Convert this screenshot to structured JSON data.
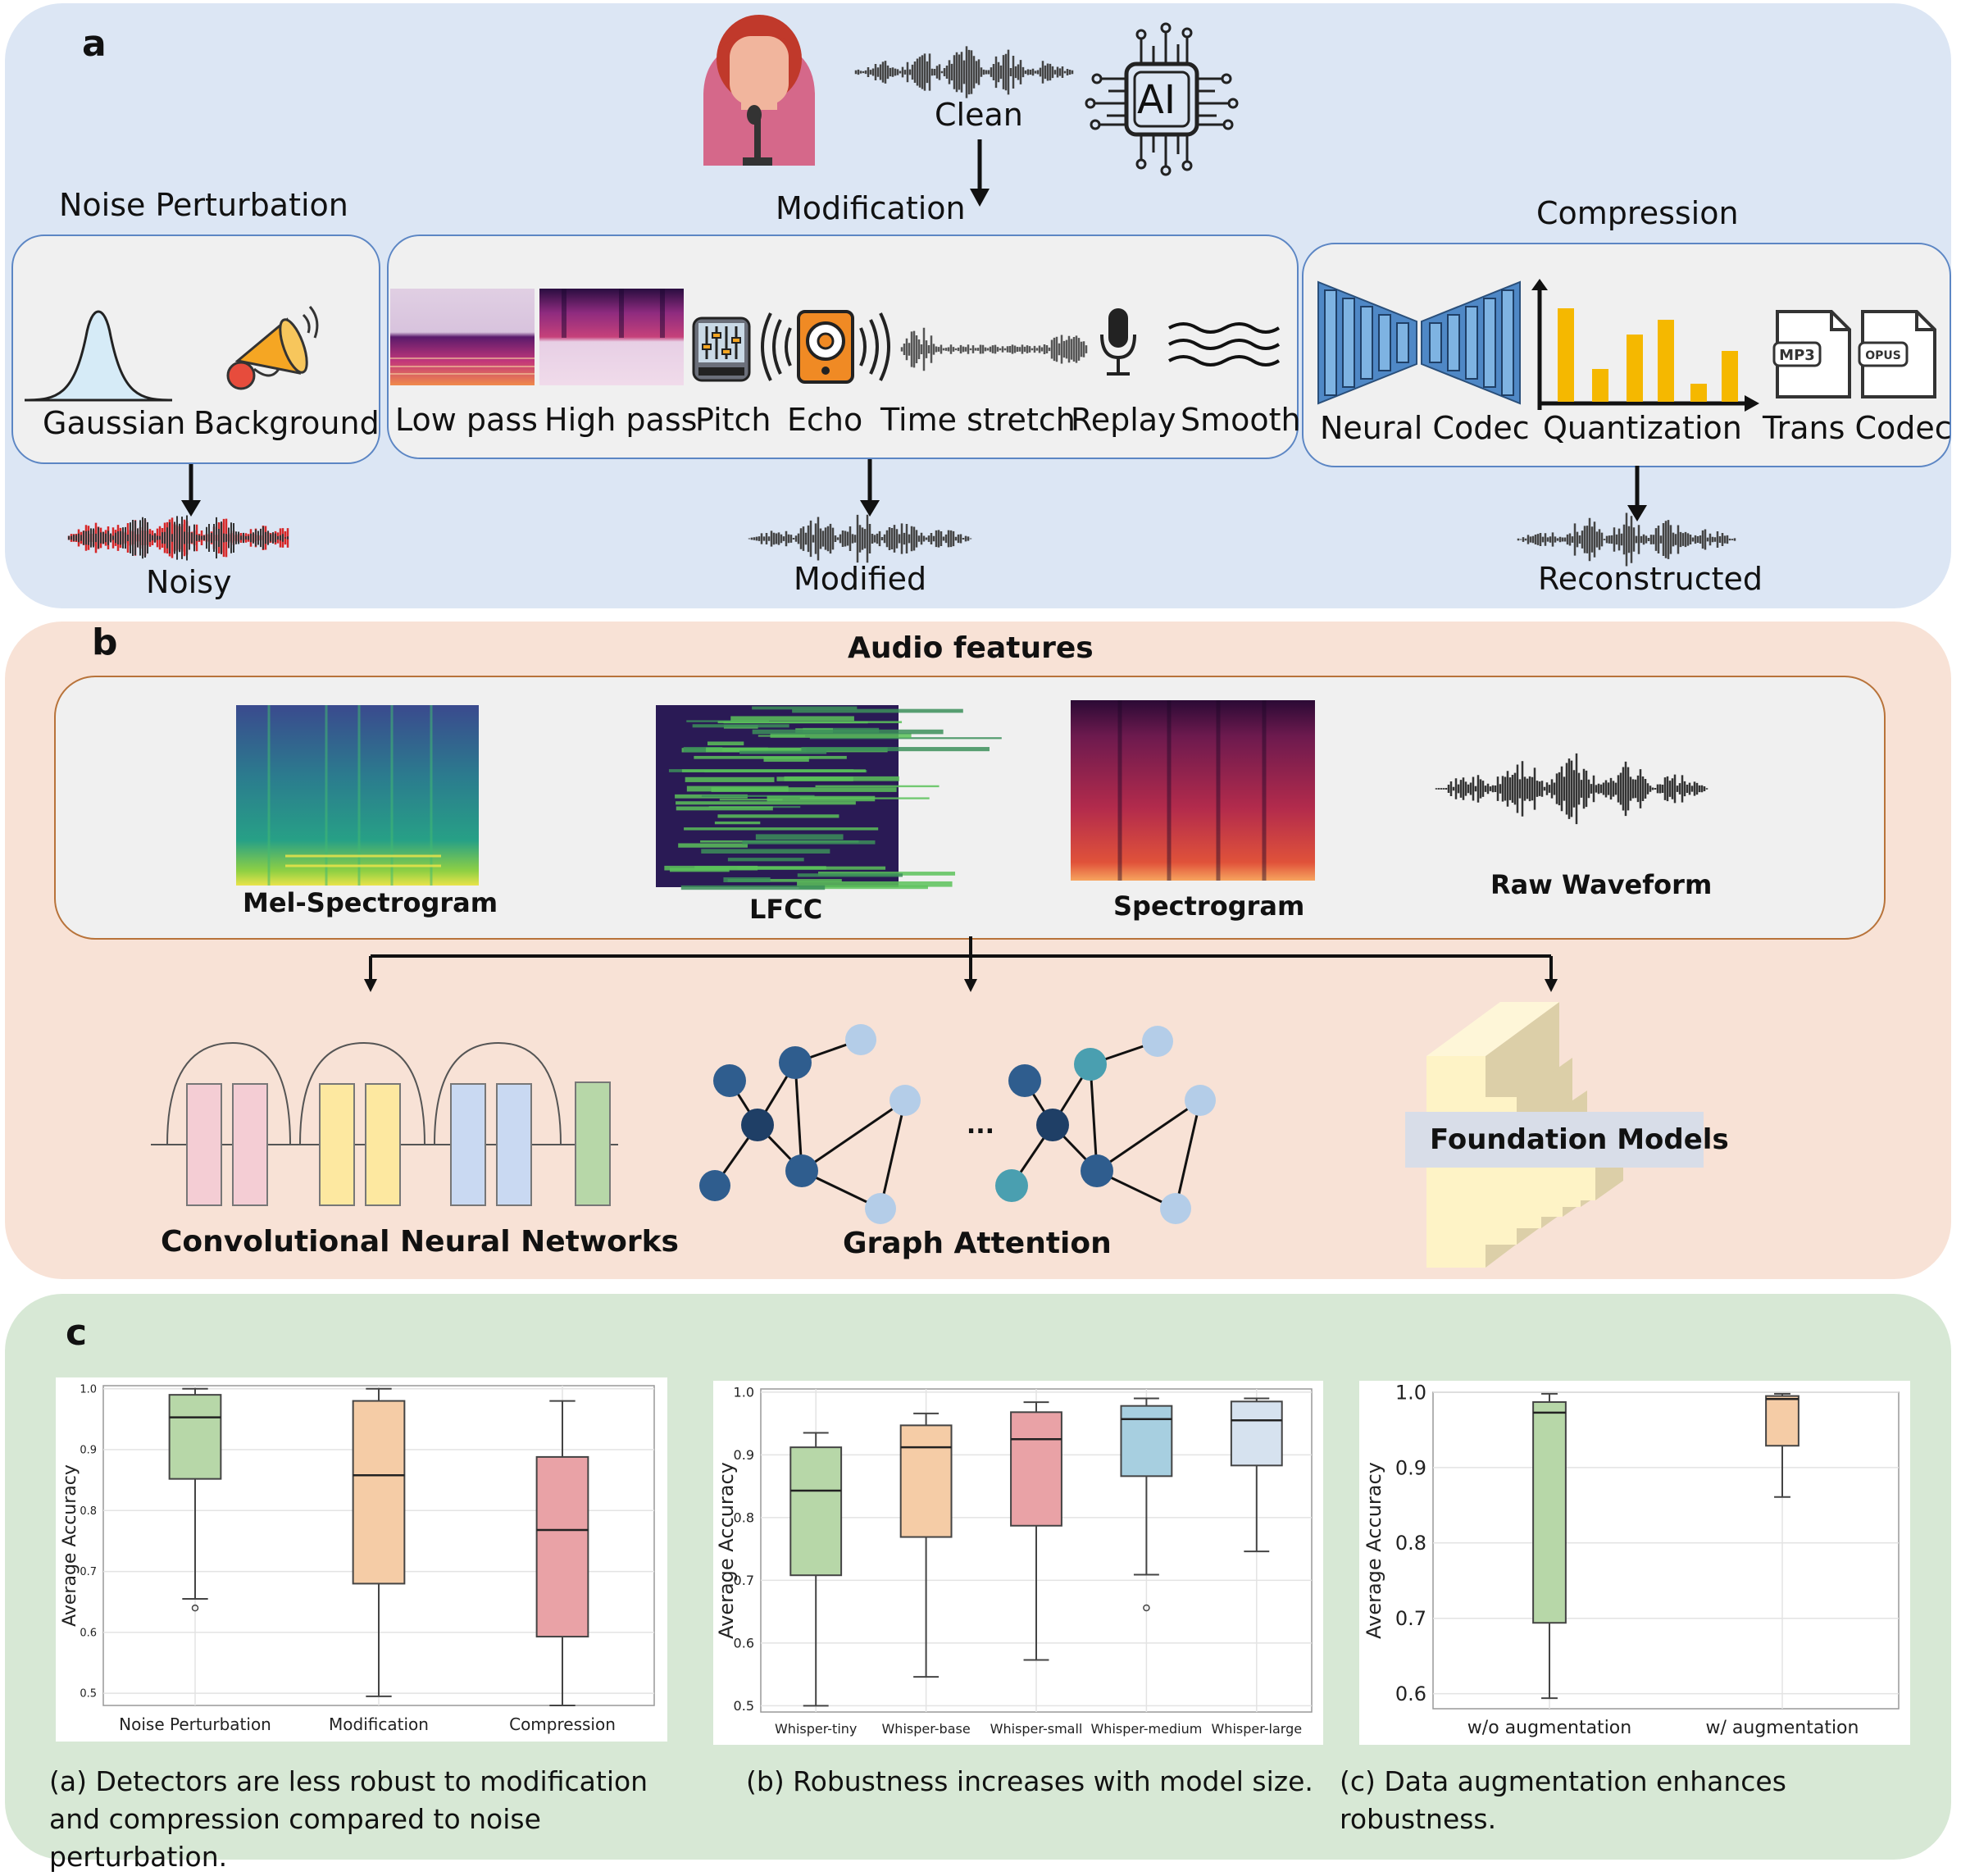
{
  "panel_a": {
    "letter": "a",
    "clean_label": "Clean",
    "ai_label": "AI",
    "noise": {
      "title": "Noise Perturbation",
      "items": [
        "Gaussian",
        "Background"
      ],
      "output": "Noisy"
    },
    "modification": {
      "title": "Modification",
      "items": [
        "Low pass",
        "High pass",
        "Pitch",
        "Echo",
        "Time stretch",
        "Replay",
        "Smooth"
      ],
      "output": "Modified"
    },
    "compression": {
      "title": "Compression",
      "items": [
        "Neural Codec",
        "Quantization",
        "Trans Codec"
      ],
      "file_badges": [
        "MP3",
        "OPUS"
      ],
      "output": "Reconstructed"
    }
  },
  "panel_b": {
    "letter": "b",
    "title": "Audio features",
    "features": [
      "Mel-Spectrogram",
      "LFCC",
      "Spectrogram",
      "Raw Waveform"
    ],
    "models": [
      "Convolutional Neural Networks",
      "Graph Attention",
      "Foundation Models"
    ],
    "ellipsis": "..."
  },
  "panel_c": {
    "letter": "c",
    "captions": [
      "(a) Detectors are less robust to modification and compression compared to noise perturbation.",
      "(b) Robustness increases with model size.",
      "(c) Data augmentation enhances robustness."
    ]
  },
  "chart_data": [
    {
      "type": "box",
      "ylabel": "Average Accuracy",
      "ylim": [
        0.48,
        1.005
      ],
      "yticks": [
        "0.5",
        "0.6",
        "0.7",
        "0.8",
        "0.9",
        "1.0"
      ],
      "categories": [
        "Noise Perturbation",
        "Modification",
        "Compression"
      ],
      "colors": [
        "#b7d7a8",
        "#f5cca6",
        "#e9a2a6"
      ],
      "boxes": [
        {
          "min": 0.655,
          "q1": 0.852,
          "median": 0.953,
          "q3": 0.99,
          "max": 1.0,
          "outliers": [
            0.64
          ]
        },
        {
          "min": 0.495,
          "q1": 0.68,
          "median": 0.858,
          "q3": 0.98,
          "max": 1.0,
          "outliers": []
        },
        {
          "min": 0.48,
          "q1": 0.593,
          "median": 0.768,
          "q3": 0.888,
          "max": 0.98,
          "outliers": []
        }
      ]
    },
    {
      "type": "box",
      "ylabel": "Average Accuracy",
      "ylim": [
        0.49,
        1.005
      ],
      "yticks": [
        "0.5",
        "0.6",
        "0.7",
        "0.8",
        "0.9",
        "1.0"
      ],
      "categories": [
        "Whisper-tiny",
        "Whisper-base",
        "Whisper-small",
        "Whisper-medium",
        "Whisper-large"
      ],
      "colors": [
        "#b7d7a8",
        "#f5cca6",
        "#e9a2a6",
        "#a7cfe0",
        "#d6e2ef"
      ],
      "boxes": [
        {
          "min": 0.5,
          "q1": 0.708,
          "median": 0.843,
          "q3": 0.912,
          "max": 0.935,
          "outliers": []
        },
        {
          "min": 0.546,
          "q1": 0.769,
          "median": 0.912,
          "q3": 0.947,
          "max": 0.966,
          "outliers": []
        },
        {
          "min": 0.573,
          "q1": 0.787,
          "median": 0.925,
          "q3": 0.968,
          "max": 0.984,
          "outliers": []
        },
        {
          "min": 0.709,
          "q1": 0.866,
          "median": 0.957,
          "q3": 0.978,
          "max": 0.99,
          "outliers": [
            0.656
          ]
        },
        {
          "min": 0.746,
          "q1": 0.883,
          "median": 0.955,
          "q3": 0.985,
          "max": 0.99,
          "outliers": []
        }
      ]
    },
    {
      "type": "box",
      "ylabel": "Average Accuracy",
      "ylim": [
        0.58,
        1.0
      ],
      "yticks": [
        "0.6",
        "0.7",
        "0.8",
        "0.9",
        "1.0"
      ],
      "categories": [
        "w/o augmentation",
        "w/ augmentation"
      ],
      "colors": [
        "#b7d7a8",
        "#f5cca6"
      ],
      "boxes": [
        {
          "min": 0.594,
          "q1": 0.694,
          "median": 0.973,
          "q3": 0.987,
          "max": 0.998,
          "outliers": []
        },
        {
          "min": 0.861,
          "q1": 0.929,
          "median": 0.991,
          "q3": 0.995,
          "max": 0.998,
          "outliers": []
        }
      ]
    }
  ]
}
